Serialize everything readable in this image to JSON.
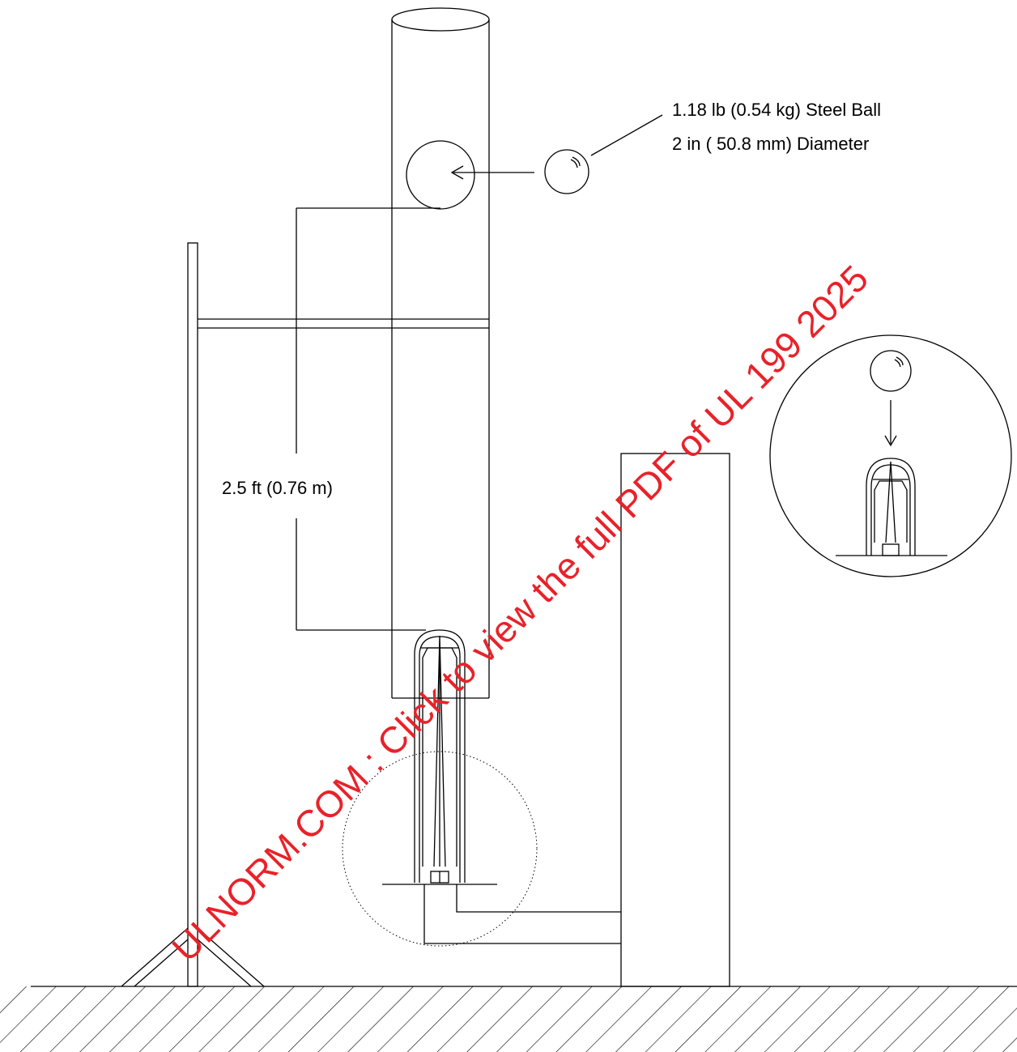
{
  "labels": {
    "ball_weight": "1.18 lb (0.54 kg) Steel Ball",
    "ball_diameter": "2 in ( 50.8 mm) Diameter",
    "drop_height": "2.5 ft (0.76 m)"
  },
  "watermark": {
    "text": "ULNORM.COM : Click to view the full PDF of UL 199 2025",
    "color": "#e8222a"
  },
  "icons": {
    "steel_ball": "steel-ball-icon",
    "sprinkler": "sprinkler-icon",
    "detail": "detail-view-icon"
  }
}
